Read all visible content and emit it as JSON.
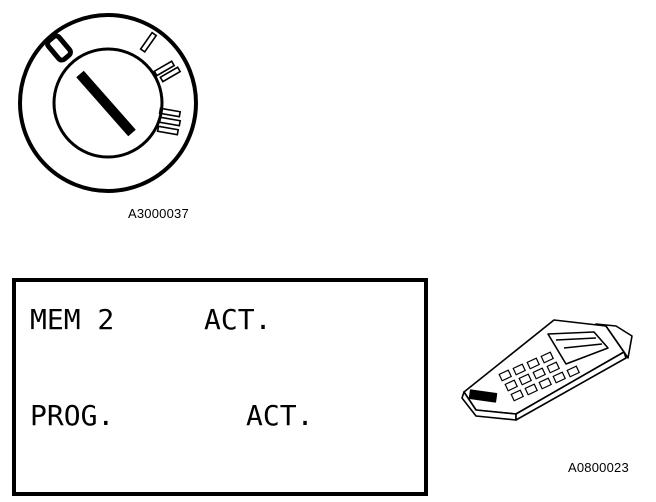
{
  "ignition_switch": {
    "caption": "A3000037",
    "position_marks": [
      "0",
      "I",
      "II",
      "III"
    ]
  },
  "display": {
    "row1_left": "MEM 2",
    "row1_right": "ACT.",
    "row2_left": "PROG.",
    "row2_right": "ACT."
  },
  "handheld_tester": {
    "caption": "A0800023"
  }
}
